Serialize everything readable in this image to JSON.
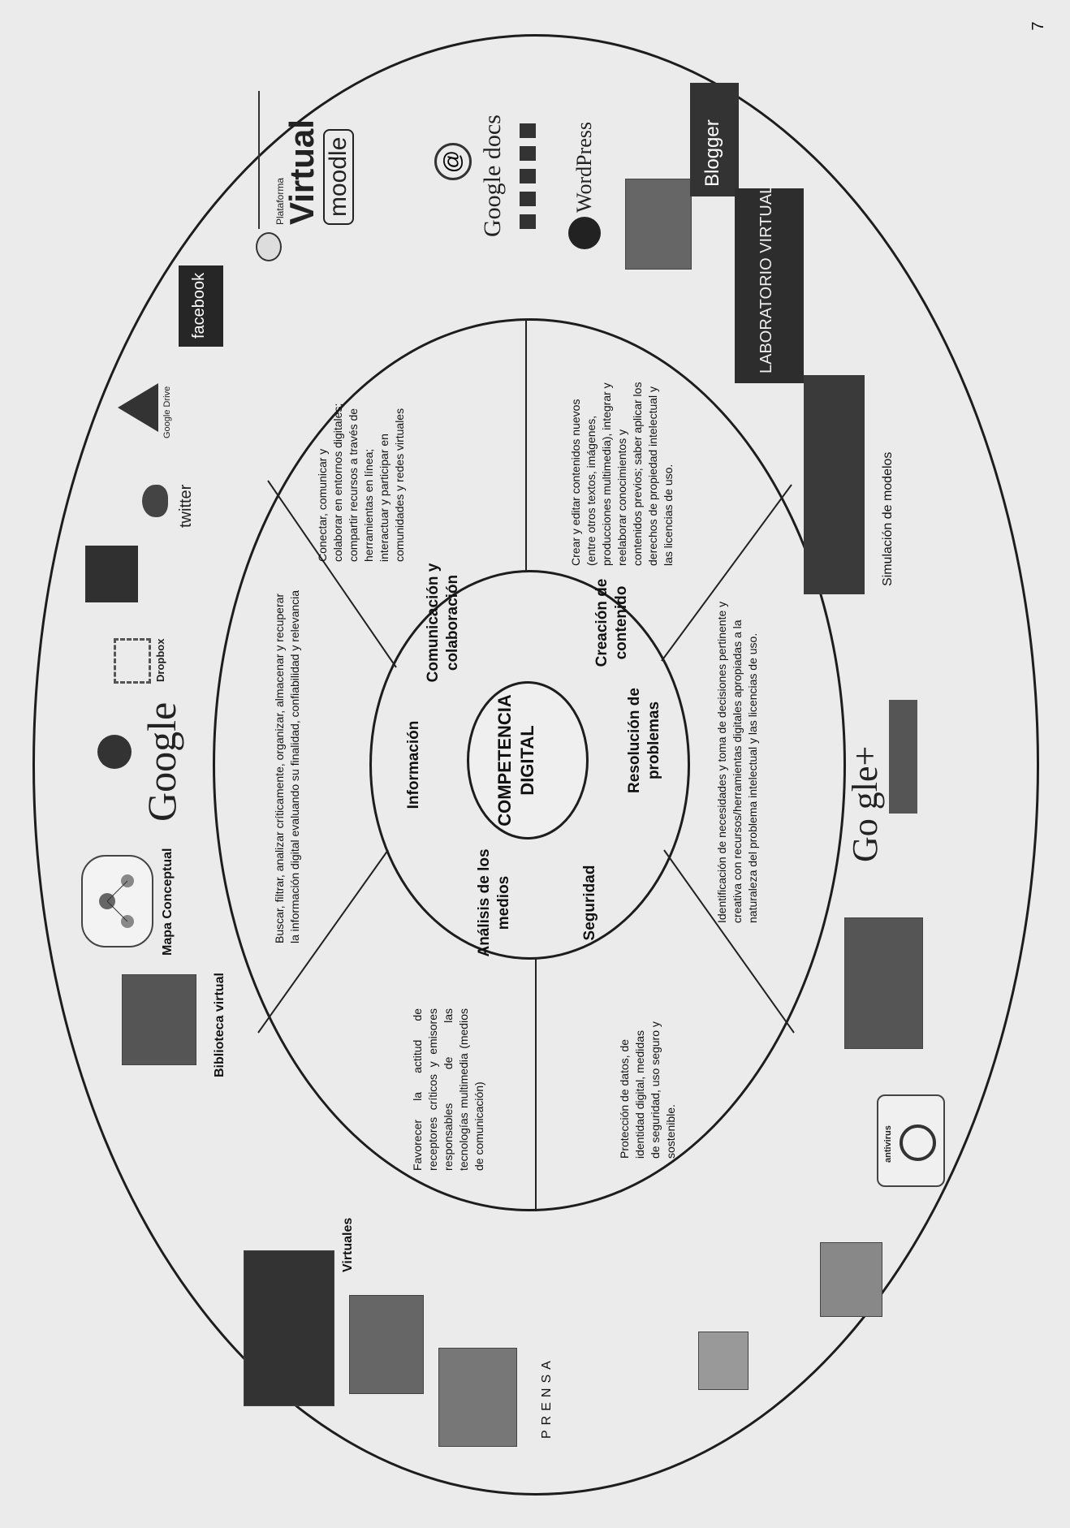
{
  "center": {
    "line1": "COMPETENCIA",
    "line2": "DIGITAL"
  },
  "areas": {
    "informacion": {
      "title": "Información",
      "description": "Buscar, filtrar, analizar críticamente, organizar, almacenar y recuperar la información digital evaluando su finalidad, confiabilidad y relevancia"
    },
    "comunicacion": {
      "title": "Comunicación y colaboración",
      "description": "Conectar, comunicar y colaborar en entornos digitales; compartir recursos a través de herramientas en línea; interactuar y participar en comunidades y redes virtuales"
    },
    "creacion": {
      "title": "Creación de contenido",
      "description": "Crear y editar contenidos nuevos (entre otros textos, imágenes, producciones multimedia), integrar y reelaborar conocimientos y contenidos previos; saber aplicar los derechos de propiedad intelectual y las licencias de uso."
    },
    "resolucion": {
      "title": "Resolución de problemas",
      "description": "Identificación de necesidades y toma de decisiones pertinente y creativa con recursos/herramientas digitales apropiadas a la naturaleza del problema intelectual y las licencias de uso."
    },
    "seguridad": {
      "title": "Seguridad",
      "description": "Protección de datos, de identidad digital, medidas de seguridad, uso seguro y sostenible."
    },
    "analisis": {
      "title": "Análisis de los medios",
      "description": "Favorecer la actitud de receptores críticos y emisores responsables de las tecnologías multimedia (medios de comunicación)"
    }
  },
  "tools": {
    "biblioteca": "Biblioteca virtual",
    "mapa": "Mapa Conceptual",
    "google": "Google",
    "dropbox": "Dropbox",
    "twitter": "twitter",
    "google_drive": "Google Drive",
    "facebook": "facebook",
    "plataforma_small": "Plataforma",
    "plataforma_big": "Virtual",
    "moodle": "moodle",
    "google_docs": "Google docs",
    "wordpress": "WordPress",
    "blogger": "Blogger",
    "laboratorio": "LABORATORIO VIRTUAL",
    "simulacion": "Simulación de modelos",
    "google_plus": "Go gle+",
    "virtuales": "Virtuales",
    "prensa": "PRENSA",
    "antivirus": "antivirus"
  },
  "page_number": "7"
}
